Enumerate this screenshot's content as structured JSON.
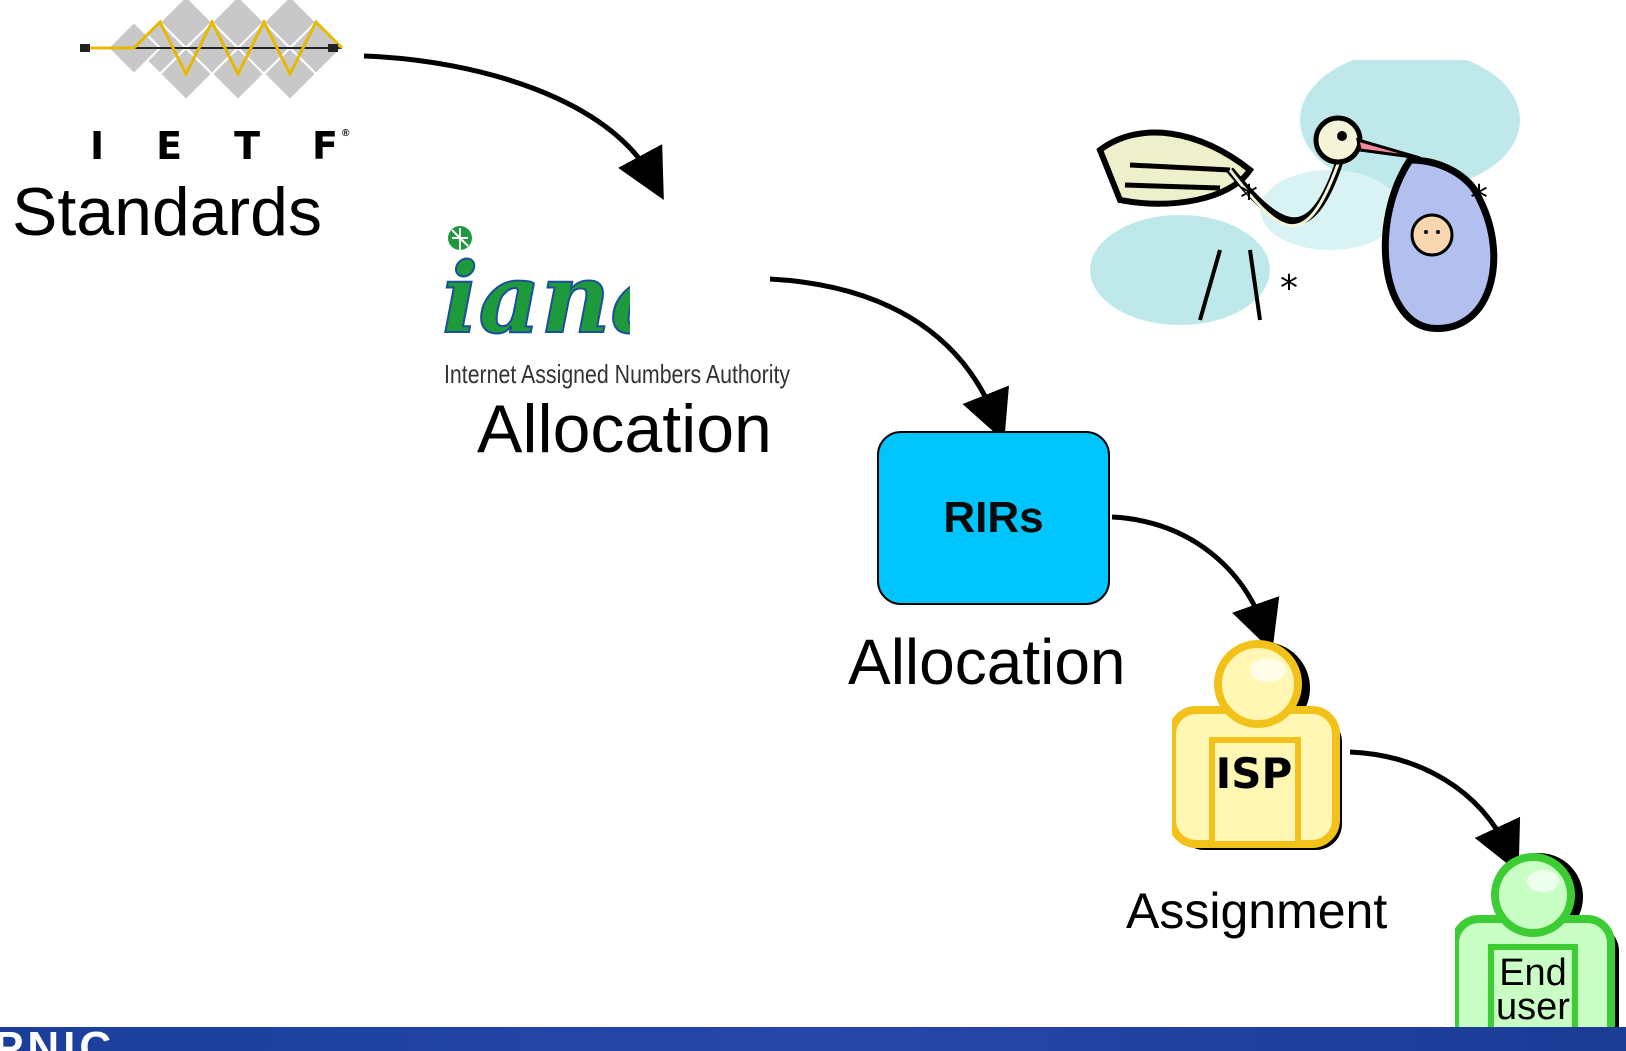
{
  "labels": {
    "ietf_letters": "IETF",
    "ietf_reg": "®",
    "standards": "Standards",
    "iana_word": "iana",
    "iana_sub": "Internet Assigned Numbers Authority",
    "allocation_1": "Allocation",
    "rirs": "RIRs",
    "allocation_2": "Allocation",
    "isp": "ISP",
    "assignment": "Assignment",
    "end_line1": "End",
    "end_line2": "user",
    "footer_brand": "PNIC"
  },
  "colors": {
    "rir_fill": "#00c5fc",
    "isp_fill": "#fff7b3",
    "isp_stroke": "#f2c21a",
    "end_fill": "#c9ffc4",
    "end_stroke": "#3ccc33",
    "iana_green": "#1e9a3c",
    "iana_blue": "#1a4f9a",
    "footer": "#2746a8"
  },
  "icons": {
    "ietf": "ietf-diamond-logo-icon",
    "iana": "iana-logo-icon",
    "stork": "stork-baby-icon",
    "isp": "person-icon",
    "end_user": "person-icon"
  }
}
